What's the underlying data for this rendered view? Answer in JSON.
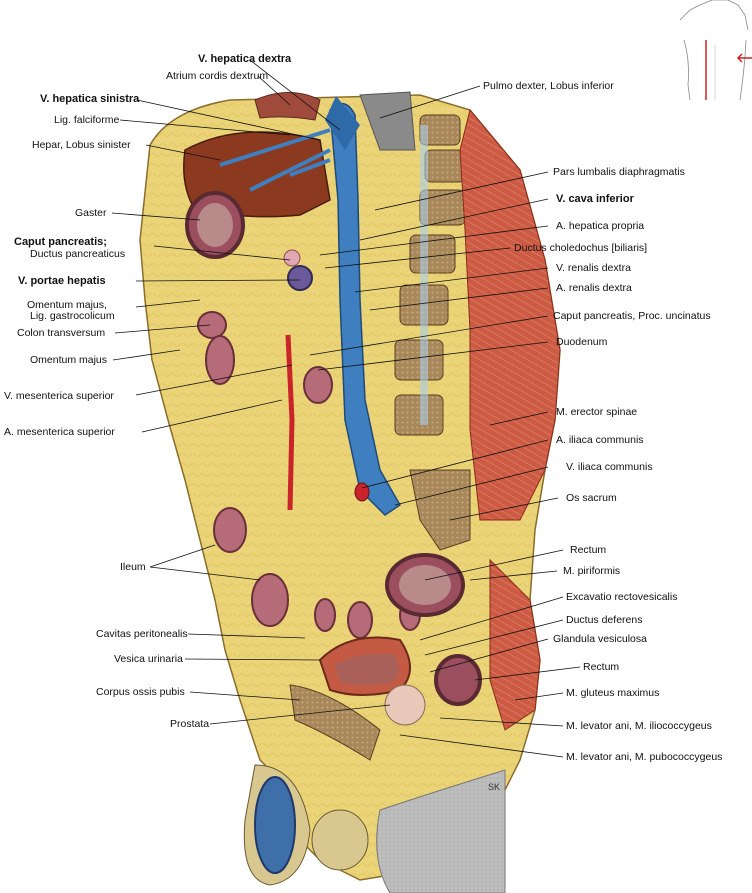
{
  "left_labels": [
    {
      "id": "v-hepatica-sinistra",
      "text": "V. hepatica sinistra",
      "bold": true
    },
    {
      "id": "lig-falciforme",
      "text": "Lig. falciforme",
      "bold": false
    },
    {
      "id": "hepar-lobus-sinister",
      "text": "Hepar, Lobus sinister",
      "bold": false
    },
    {
      "id": "gaster",
      "text": "Gaster",
      "bold": false
    },
    {
      "id": "caput-pancreatis",
      "text": "Caput pancreatis;",
      "bold": true
    },
    {
      "id": "ductus-pancreaticus",
      "text": "Ductus pancreaticus",
      "bold": false
    },
    {
      "id": "v-portae-hepatis",
      "text": "V. portae hepatis",
      "bold": true
    },
    {
      "id": "omentum-majus-1",
      "text": "Omentum majus,",
      "bold": false
    },
    {
      "id": "lig-gastrocolicum",
      "text": "Lig. gastrocolicum",
      "bold": false
    },
    {
      "id": "colon-transversum",
      "text": "Colon transversum",
      "bold": false
    },
    {
      "id": "omentum-majus-2",
      "text": "Omentum majus",
      "bold": false
    },
    {
      "id": "v-mesenterica-superior",
      "text": "V. mesenterica superior",
      "bold": false
    },
    {
      "id": "a-mesenterica-superior",
      "text": "A. mesenterica superior",
      "bold": false
    },
    {
      "id": "ileum",
      "text": "Ileum",
      "bold": false
    },
    {
      "id": "cavitas-peritonealis",
      "text": "Cavitas peritonealis",
      "bold": false
    },
    {
      "id": "vesica-urinaria",
      "text": "Vesica urinaria",
      "bold": false
    },
    {
      "id": "corpus-ossis-pubis",
      "text": "Corpus ossis pubis",
      "bold": false
    },
    {
      "id": "prostata",
      "text": "Prostata",
      "bold": false
    }
  ],
  "top_labels": [
    {
      "id": "v-hepatica-dextra",
      "text": "V. hepatica dextra",
      "bold": true
    },
    {
      "id": "atrium-cordis-dextrum",
      "text": "Atrium cordis dextrum",
      "bold": false
    }
  ],
  "right_labels": [
    {
      "id": "pulmo-dexter",
      "text": "Pulmo dexter, Lobus inferior",
      "bold": false
    },
    {
      "id": "pars-lumbalis",
      "text": "Pars lumbalis diaphragmatis",
      "bold": false
    },
    {
      "id": "v-cava-inferior",
      "text": "V. cava inferior",
      "bold": true
    },
    {
      "id": "a-hepatica-propria",
      "text": "A. hepatica propria",
      "bold": false
    },
    {
      "id": "ductus-choledochus",
      "text": "Ductus choledochus [biliaris]",
      "bold": false
    },
    {
      "id": "v-renalis-dextra",
      "text": "V. renalis dextra",
      "bold": false
    },
    {
      "id": "a-renalis-dextra",
      "text": "A. renalis dextra",
      "bold": false
    },
    {
      "id": "caput-pancreatis-uncinatus",
      "text": "Caput pancreatis, Proc. uncinatus",
      "bold": false
    },
    {
      "id": "duodenum",
      "text": "Duodenum",
      "bold": false
    },
    {
      "id": "m-erector-spinae",
      "text": "M. erector spinae",
      "bold": false
    },
    {
      "id": "a-iliaca-communis",
      "text": "A. iliaca communis",
      "bold": false
    },
    {
      "id": "v-iliaca-communis",
      "text": "V. iliaca communis",
      "bold": false
    },
    {
      "id": "os-sacrum",
      "text": "Os sacrum",
      "bold": false
    },
    {
      "id": "rectum-1",
      "text": "Rectum",
      "bold": false
    },
    {
      "id": "m-piriformis",
      "text": "M. piriformis",
      "bold": false
    },
    {
      "id": "excavatio-rectovesicalis",
      "text": "Excavatio rectovesicalis",
      "bold": false
    },
    {
      "id": "ductus-deferens",
      "text": "Ductus deferens",
      "bold": false
    },
    {
      "id": "glandula-vesiculosa",
      "text": "Glandula vesiculosa",
      "bold": false
    },
    {
      "id": "rectum-2",
      "text": "Rectum",
      "bold": false
    },
    {
      "id": "m-gluteus-maximus",
      "text": "M. gluteus maximus",
      "bold": false
    },
    {
      "id": "m-levator-ani-iliococcygeus",
      "text": "M. levator ani, M. iliococcygeus",
      "bold": false
    },
    {
      "id": "m-levator-ani-pubococcygeus",
      "text": "M. levator ani, M. pubococcygeus",
      "bold": false
    }
  ],
  "signature": "SK",
  "colors": {
    "fat": "#e9cf6e",
    "liver": "#8c3a1f",
    "vein": "#3f7fc0",
    "artery": "#c8242a",
    "muscle": "#c9533d",
    "bone": "#d8c8a0",
    "gut": "#b56b78",
    "peritoneum": "#5a6a3a"
  }
}
